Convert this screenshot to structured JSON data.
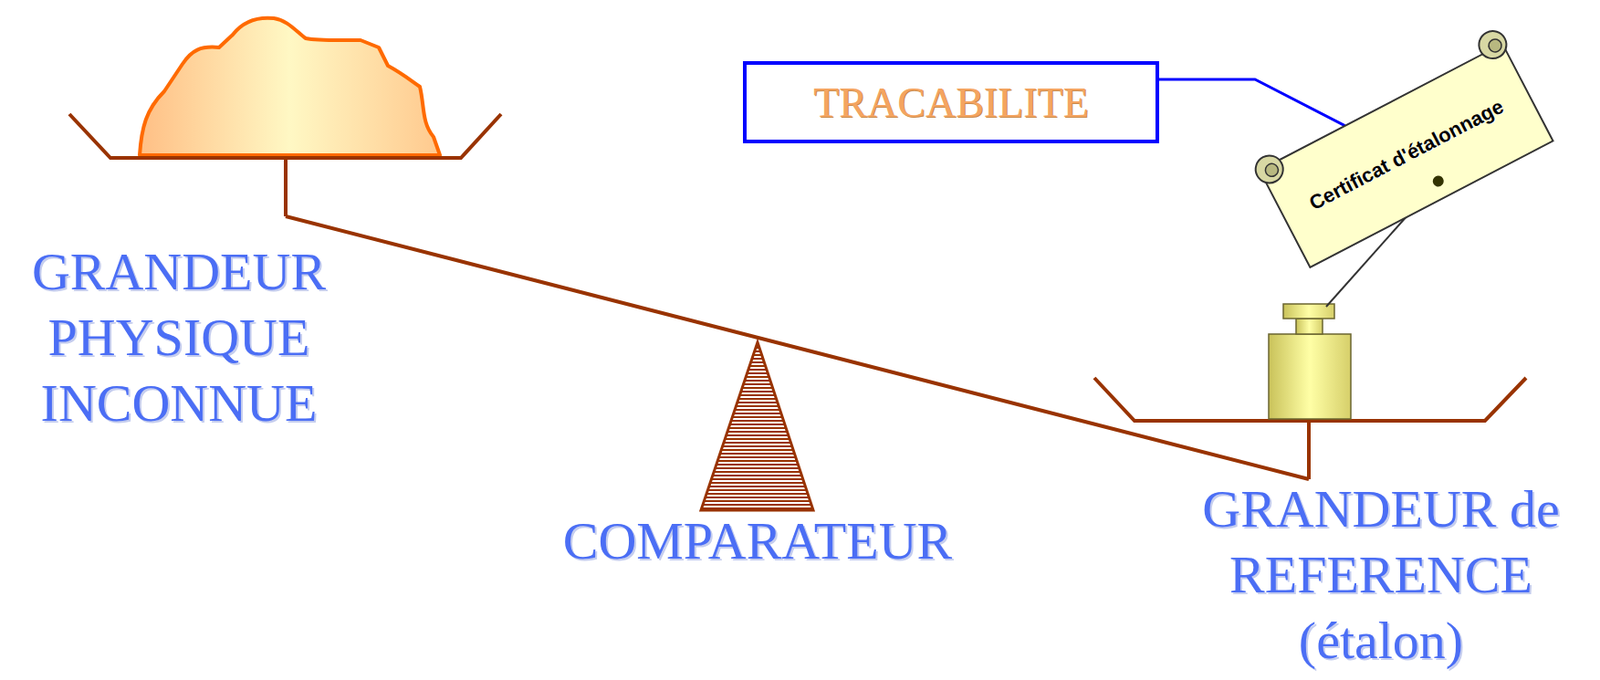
{
  "diagram": {
    "nodes": [
      {
        "text": [
          "TRACABILITE"
        ]
      },
      {
        "text": [
          "Certificat d'étalonnage"
        ]
      }
    ],
    "edges": [
      {
        "from": 0,
        "to": 1,
        "arrow": "none"
      }
    ],
    "labels": [
      "GRANDEUR PHYSIQUE INCONNUE",
      "COMPARATEUR",
      "GRANDEUR de REFERENCE (étalon)"
    ]
  }
}
